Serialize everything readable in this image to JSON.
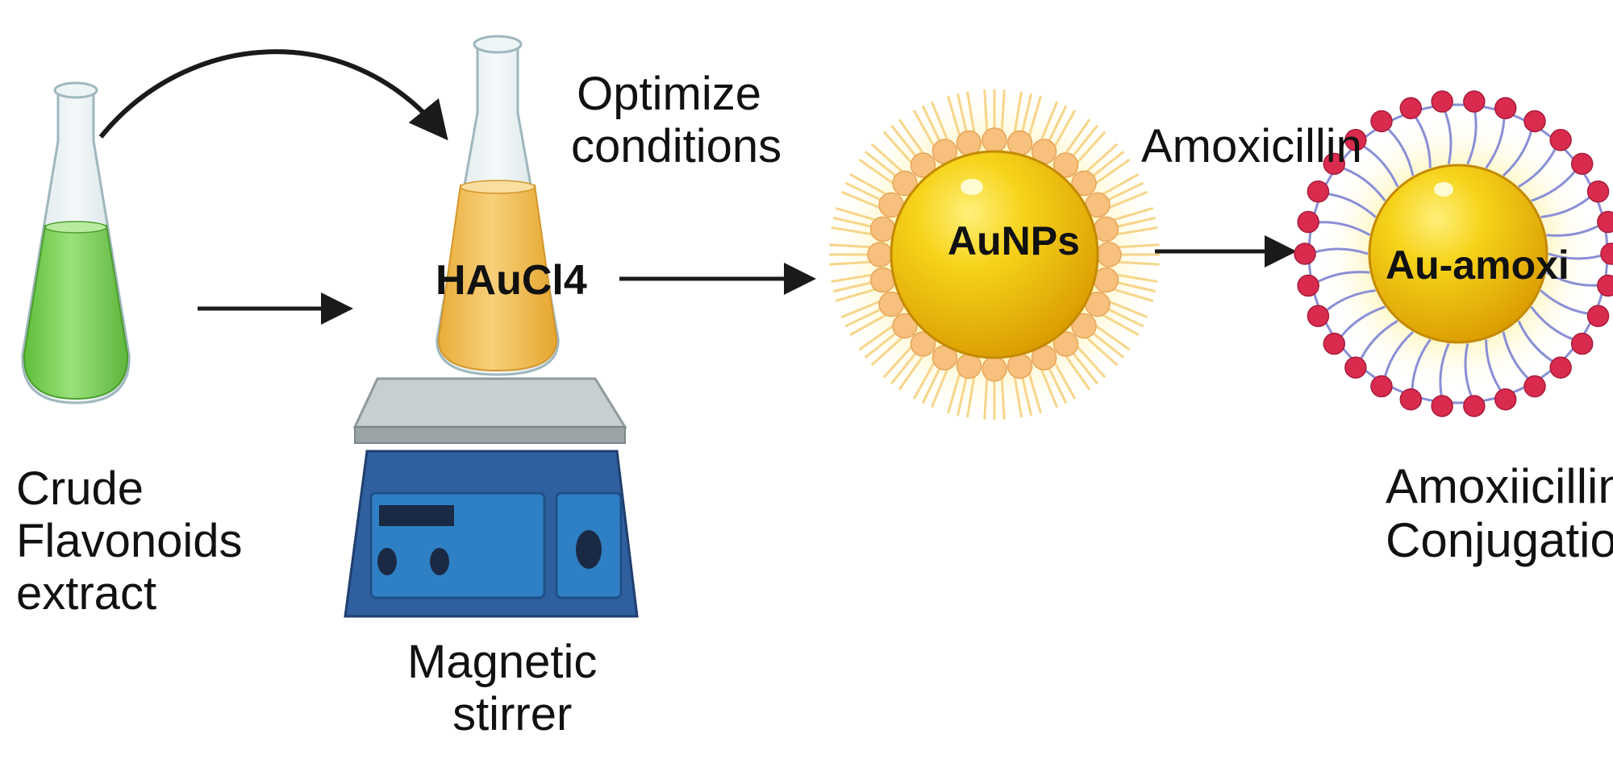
{
  "labels": {
    "crude_extract": [
      "Crude",
      "Flavonoids",
      "extract"
    ],
    "optimize": [
      "Optimize",
      "conditions"
    ],
    "haucl4": "HAuCl4",
    "magnetic_stirrer": [
      "Magnetic",
      "stirrer"
    ],
    "aunps": "AuNPs",
    "amoxicillin": "Amoxicillin",
    "au_amoxi": "Au-amoxi",
    "conjugation": [
      "Amoxiicillin",
      "Conjugation"
    ]
  },
  "colors": {
    "extract_green": "#7ccf5a",
    "haucl4_gold": "#f2c04e",
    "gold_core": "#f2c200",
    "corona_orange": "#f7c07d",
    "stirrer_blue": "#2f5f9f",
    "ligand_red": "#d92b4e",
    "ligand_violet": "#8a8fd4",
    "arrow": "#1a1a1a"
  }
}
